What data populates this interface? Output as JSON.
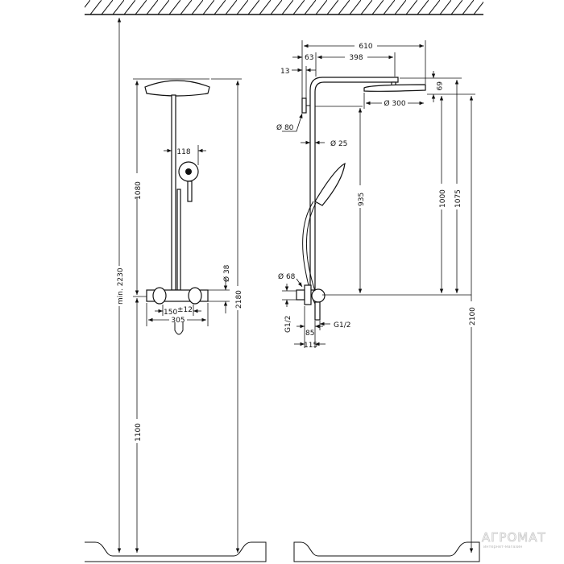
{
  "left_view": {
    "dim_min_height": "min. 2230",
    "dim_head_to_thermostat": "1080",
    "dim_thermostat_to_floor": "1100",
    "dim_total_height": "2180",
    "dim_hand_shower": "118",
    "dim_thermostat_dia": "Ø 38",
    "dim_connection_150": "150",
    "dim_connection_212": "±12",
    "dim_thermostat_width": "305"
  },
  "right_view": {
    "dim_total_reach": "610",
    "dim_arm": "398",
    "dim_wall_offset": "63",
    "dim_flange": "13",
    "dim_head_height": "69",
    "dim_head_dia": "Ø 300",
    "dim_flange_dia": "Ø 80",
    "dim_pipe_dia": "Ø 25",
    "dim_935": "935",
    "dim_1000": "1000",
    "dim_1075": "1075",
    "dim_2100": "2100",
    "dim_thermostat_dia": "Ø 68",
    "dim_inlet_left": "G1/2",
    "dim_inlet_right": "G1/2",
    "dim_85": "85",
    "dim_115": "115"
  },
  "watermark": {
    "brand": "АГРОМАТ",
    "subtitle": "интернет-магазин"
  }
}
